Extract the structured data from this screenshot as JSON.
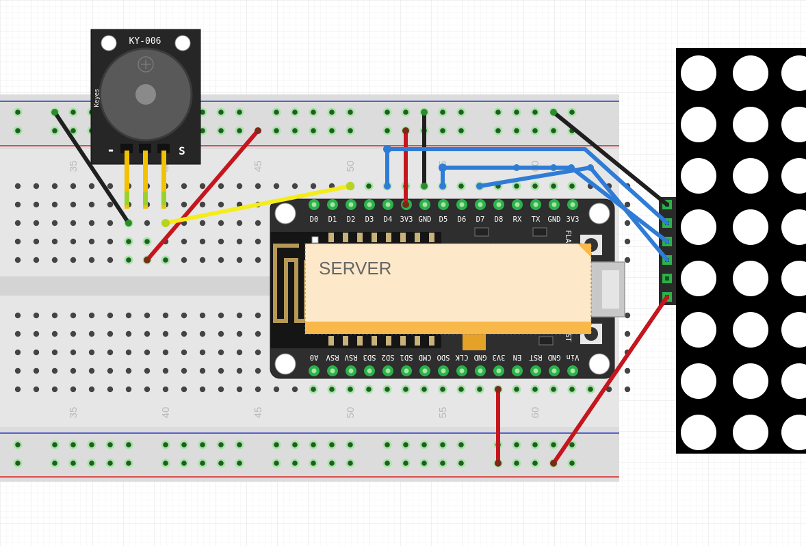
{
  "buzzer": {
    "model": "KY-006",
    "brand": "Keyes",
    "pin_minus": "-",
    "pin_signal": "S"
  },
  "breadboard": {
    "top_numbers": [
      "35",
      "40",
      "45",
      "50",
      "55",
      "60"
    ],
    "bottom_numbers": [
      "35",
      "40",
      "45",
      "50",
      "55",
      "60"
    ]
  },
  "nodemcu": {
    "top_pins": [
      "D0",
      "D1",
      "D2",
      "D3",
      "D4",
      "3V3",
      "GND",
      "D5",
      "D6",
      "D7",
      "D8",
      "RX",
      "TX",
      "GND",
      "3V3"
    ],
    "bottom_pins": [
      "A0",
      "RSV",
      "RSV",
      "SD3",
      "SD2",
      "SD1",
      "CMD",
      "SDO",
      "CLK",
      "GND",
      "3V3",
      "EN",
      "RST",
      "GND",
      "Vin"
    ],
    "side_label_rst": "RST",
    "side_label_flash": "FLASH"
  },
  "note": {
    "text": "SERVER"
  },
  "colors": {
    "wire_black": "#1f1f1f",
    "wire_red": "#c5161d",
    "wire_blue": "#2f7cd6",
    "wire_yellow": "#f4ec1c",
    "board_pcb": "#2e2e2e",
    "breadboard": "#e6e6e6",
    "rail_red": "#d81e1e",
    "rail_blue": "#2936c8",
    "note_fill": "#fde9c9",
    "note_corner": "#f9b84a"
  },
  "matrix": {
    "rows": 8,
    "cols": 3
  }
}
